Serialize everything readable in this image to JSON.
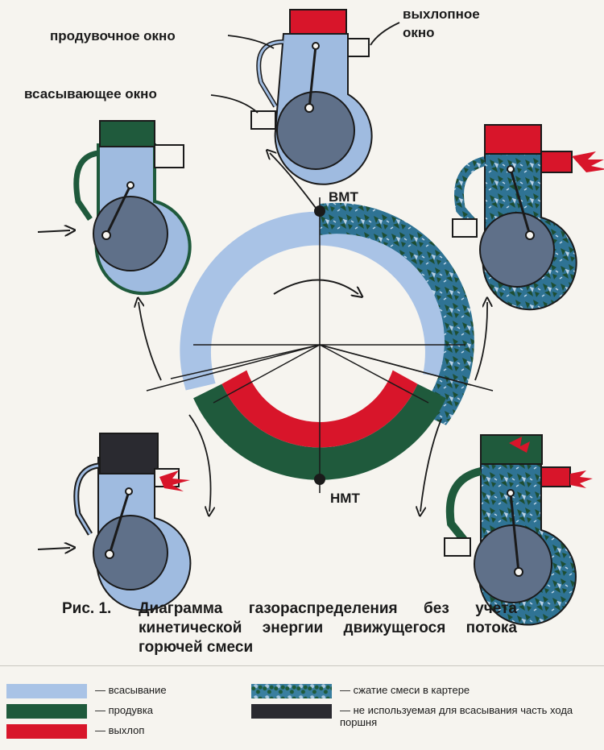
{
  "labels": {
    "scavenge_port": "продувочное окно",
    "exhaust_port_line1": "выхлопное",
    "exhaust_port_line2": "окно",
    "intake_port": "всасывающее окно",
    "tdc": "ВМТ",
    "bdc": "НМТ"
  },
  "caption": {
    "number": "Рис. 1.",
    "text": "Диаграмма газораспределения без учета кинетической энергии движущегося потока горючей смеси"
  },
  "legend": [
    {
      "label": "— всасывание",
      "color": "#a9c3e6",
      "kind": "solid"
    },
    {
      "label": "— продувка",
      "color": "#1f5a3c",
      "kind": "solid"
    },
    {
      "label": "— выхлоп",
      "color": "#d8152a",
      "kind": "solid"
    },
    {
      "label": "— сжатие смеси в картере",
      "color": "#3a7fa0",
      "kind": "pattern"
    },
    {
      "label": "— не используемая для всасывания часть хода поршня",
      "color": "#2a2a30",
      "kind": "solid"
    }
  ],
  "colors": {
    "intake": "#a9c3e6",
    "scavenge": "#1f5a3c",
    "exhaust": "#d8152a",
    "compression": "#3a7fa0",
    "unused": "#2a2a30",
    "engine_body": "#9fbbe0",
    "crankcase": "#5f7089"
  }
}
